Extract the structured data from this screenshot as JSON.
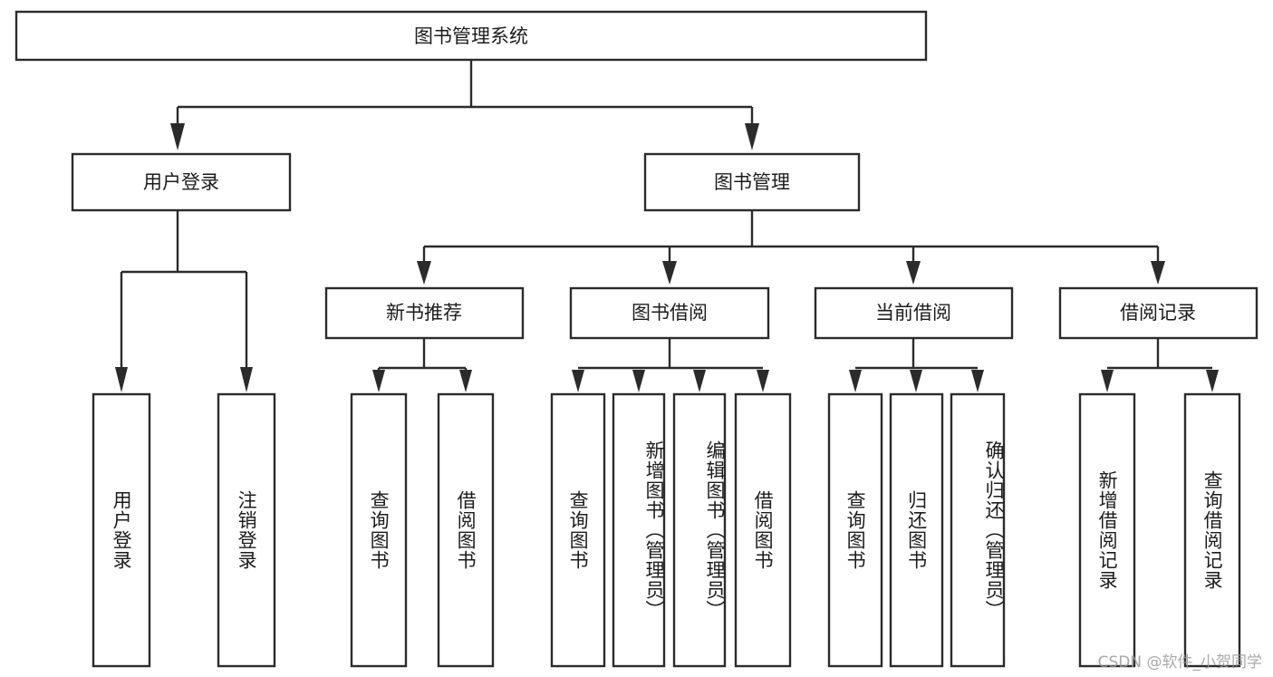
{
  "diagram": {
    "type": "tree-hierarchy",
    "title": "图书管理系统",
    "watermark": "CSDN @软件_小贺同学",
    "colors": {
      "stroke": "#2b2b2b",
      "fill": "#ffffff",
      "text": "#1c1c1c",
      "watermark": "#9a9a9a"
    },
    "levels": {
      "root": {
        "label": "图书管理系统"
      },
      "level2": [
        {
          "label": "用户登录"
        },
        {
          "label": "图书管理"
        }
      ],
      "level3": [
        {
          "label": "新书推荐"
        },
        {
          "label": "图书借阅"
        },
        {
          "label": "当前借阅"
        },
        {
          "label": "借阅记录"
        }
      ],
      "leaves": {
        "user_login": [
          {
            "label": "用户登录"
          },
          {
            "label": "注销登录"
          }
        ],
        "new_book_recommend": [
          {
            "label": "查询图书"
          },
          {
            "label": "借阅图书"
          }
        ],
        "book_borrow": [
          {
            "label": "查询图书"
          },
          {
            "label": "新增图书（管理员）"
          },
          {
            "label": "编辑图书（管理员）"
          },
          {
            "label": "借阅图书"
          }
        ],
        "current_borrow": [
          {
            "label": "查询图书"
          },
          {
            "label": "归还图书"
          },
          {
            "label": "确认归还（管理员）"
          }
        ],
        "borrow_record": [
          {
            "label": "新增借阅记录"
          },
          {
            "label": "查询借阅记录"
          }
        ]
      }
    }
  }
}
